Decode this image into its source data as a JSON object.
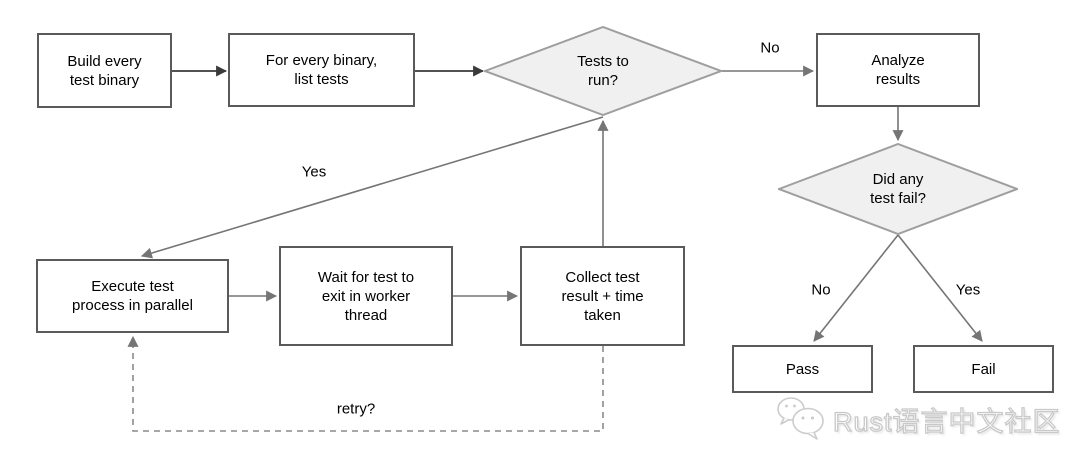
{
  "diagram": {
    "nodes": {
      "build_binary": "Build every\ntest binary",
      "list_tests": "For every binary,\nlist tests",
      "tests_to_run": "Tests to\nrun?",
      "analyze_results": "Analyze\nresults",
      "did_any_test_fail": "Did any\ntest fail?",
      "pass": "Pass",
      "fail": "Fail",
      "execute_test": "Execute test\nprocess in parallel",
      "wait_for_test": "Wait for test to\nexit in worker\nthread",
      "collect_result": "Collect test\nresult + time\ntaken"
    },
    "edge_labels": {
      "tests_to_run_no": "No",
      "tests_to_run_yes": "Yes",
      "did_fail_no": "No",
      "did_fail_yes": "Yes",
      "retry": "retry?"
    },
    "colors": {
      "node_border": "#5a5a5a",
      "diamond_fill": "#f0f0f0",
      "diamond_border": "#9e9e9e",
      "edge_dark": "#3a3a3a",
      "edge_gray": "#757575",
      "dashed_edge": "#8a8a8a",
      "watermark_gray": "#c9c9c9"
    }
  },
  "watermark": {
    "text": "Rust语言中文社区",
    "icon": "wechat-logo-icon"
  }
}
